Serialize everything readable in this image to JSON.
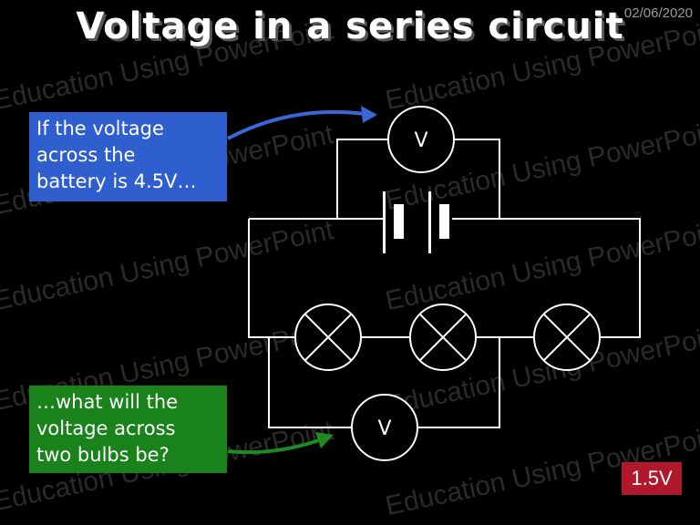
{
  "slide": {
    "title": "Voltage in a series circuit",
    "date": "02/06/2020",
    "watermark": "Education Using PowerPoint",
    "callout_top": {
      "lines": [
        "If the voltage",
        "across the",
        "battery is 4.5V…"
      ],
      "color": "#2f5ecf"
    },
    "callout_bottom": {
      "lines": [
        "…what will the",
        "voltage across",
        "two bulbs be?"
      ],
      "color": "#19821a"
    },
    "answer": {
      "label": "1.5V",
      "color": "#b0182c"
    },
    "voltmeter_top_label": "V",
    "voltmeter_bottom_label": "V",
    "arrow_top_color": "#3a66d6",
    "arrow_bottom_color": "#1d8a22"
  }
}
